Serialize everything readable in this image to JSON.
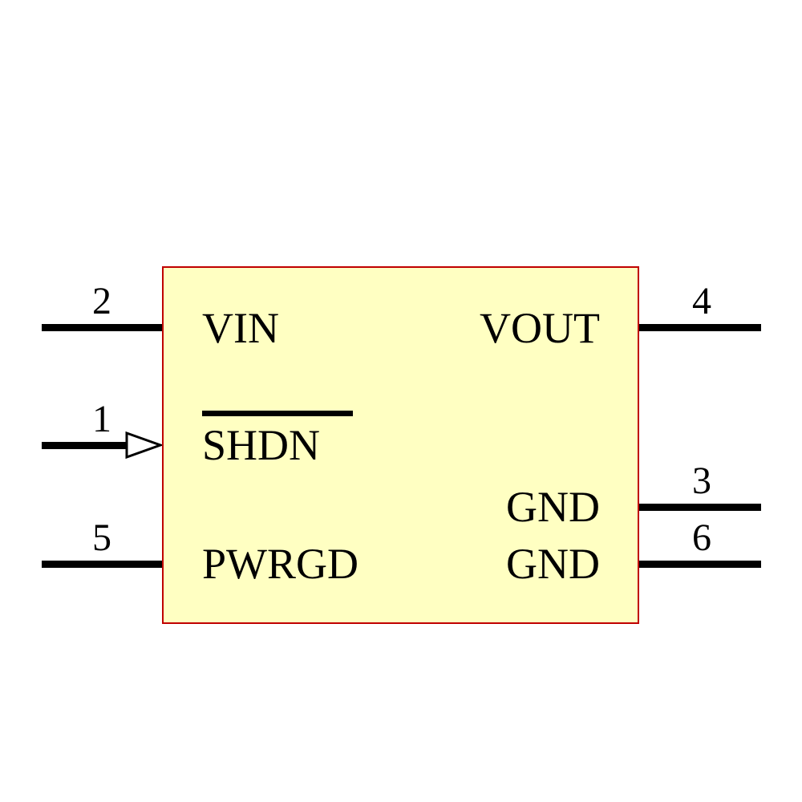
{
  "diagram": {
    "kind": "ic-schematic-symbol",
    "colors": {
      "background": "#FFFFFF",
      "body_fill": "#FFFFC2",
      "body_border": "#C00000",
      "pin_line": "#000000",
      "text": "#000000"
    }
  },
  "pins": {
    "vin": {
      "number": "2",
      "label": "VIN"
    },
    "shdn": {
      "number": "1",
      "label": "SHDN",
      "overline": true
    },
    "pwrgd": {
      "number": "5",
      "label": "PWRGD"
    },
    "vout": {
      "number": "4",
      "label": "VOUT"
    },
    "gnd_a": {
      "number": "3",
      "label": "GND"
    },
    "gnd_b": {
      "number": "6",
      "label": "GND"
    }
  }
}
